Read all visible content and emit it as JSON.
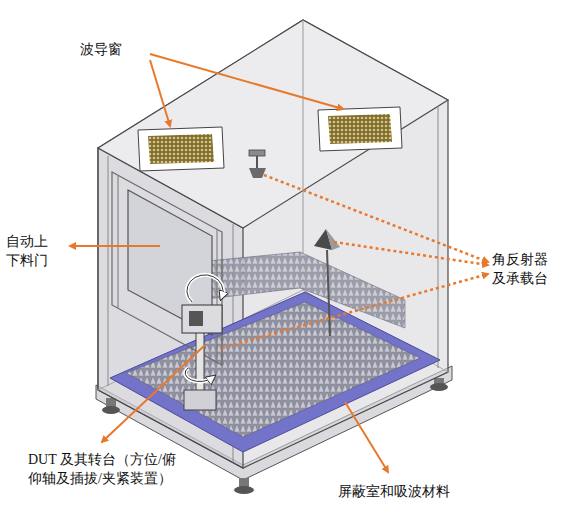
{
  "diagram": {
    "labels": [
      "波导窗",
      "自动上 下料门",
      "角反射器 及承载台",
      "DUT 及其转台（方位/俯 仰轴及插拔/夹紧装置）",
      "屏蔽室和吸波材料"
    ]
  }
}
